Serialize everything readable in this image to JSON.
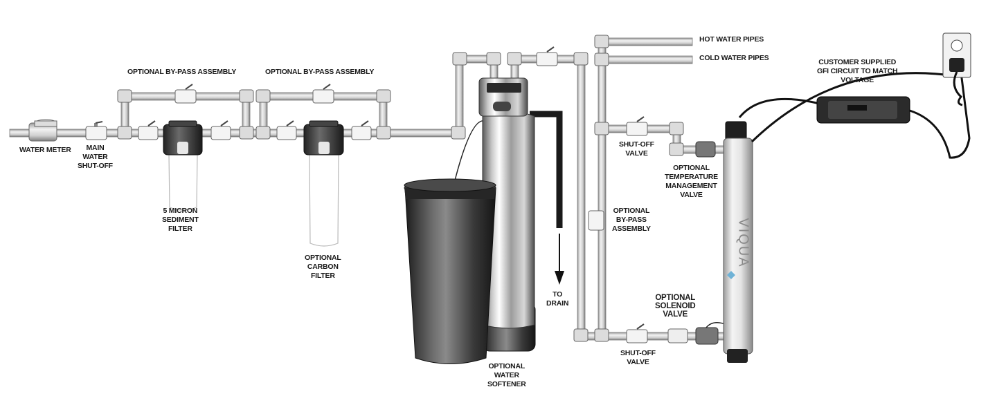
{
  "labels": {
    "water_meter": "WATER METER",
    "main_shutoff": [
      "MAIN",
      "WATER",
      "SHUT-OFF"
    ],
    "bypass_1": "OPTIONAL BY-PASS ASSEMBLY",
    "bypass_2": "OPTIONAL BY-PASS ASSEMBLY",
    "sediment_filter": [
      "5 MICRON",
      "SEDIMENT",
      "FILTER"
    ],
    "carbon_filter": [
      "OPTIONAL",
      "CARBON",
      "FILTER"
    ],
    "to_drain": [
      "TO",
      "DRAIN"
    ],
    "water_softener": [
      "OPTIONAL",
      "WATER",
      "SOFTENER"
    ],
    "hot_water_pipes": "HOT WATER PIPES",
    "cold_water_pipes": "COLD WATER PIPES",
    "shutoff_top": [
      "SHUT-OFF",
      "VALVE"
    ],
    "bypass_vertical": [
      "OPTIONAL",
      "BY-PASS",
      "ASSEMBLY"
    ],
    "temp_valve": [
      "OPTIONAL",
      "TEMPERATURE",
      "MANAGEMENT",
      "VALVE"
    ],
    "solenoid_valve": [
      "OPTIONAL",
      "SOLENOID",
      "VALVE"
    ],
    "shutoff_bottom": [
      "SHUT-OFF",
      "VALVE"
    ],
    "gfi_circuit": [
      "CUSTOMER SUPPLIED",
      "GFI CIRCUIT TO MATCH",
      "VOLTAGE"
    ]
  },
  "brand": "VIQUA",
  "icons": [
    "water-meter-icon",
    "gate-valve-icon",
    "filter-housing-icon",
    "brine-tank-icon",
    "softener-tank-icon",
    "uv-chamber-icon",
    "power-controller-icon",
    "wall-outlet-icon",
    "drain-arrow-icon"
  ],
  "colors": {
    "pipe": "#d6d6d6",
    "pipe_edge": "#7a7a7a",
    "dark": "#2a2a2a",
    "text": "#1a1a1a"
  }
}
